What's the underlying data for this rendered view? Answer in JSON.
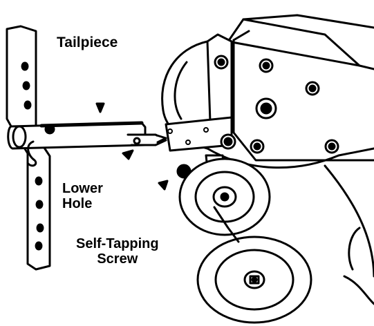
{
  "labels": {
    "tailpiece": "Tailpiece",
    "lower_hole_line1": "Lower",
    "lower_hole_line2": "Hole",
    "self_tapping_line1": "Self-Tapping",
    "self_tapping_line2": "Screw"
  },
  "colors": {
    "ink": "#000000",
    "paper": "#ffffff"
  }
}
